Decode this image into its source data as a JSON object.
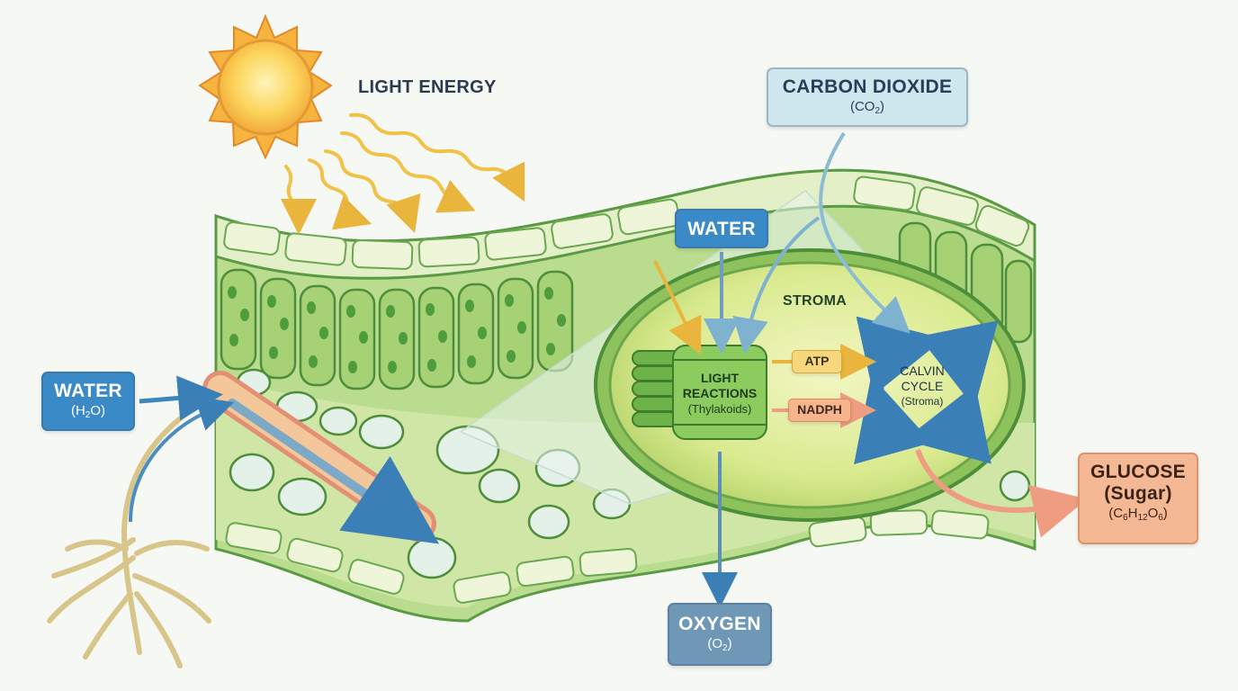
{
  "light_energy": {
    "label": "LIGHT ENERGY"
  },
  "carbon_dioxide": {
    "label": "CARBON DIOXIDE",
    "formula_prefix": "(CO",
    "formula_sub": "2",
    "formula_suffix": ")"
  },
  "water_left": {
    "label": "WATER",
    "formula_prefix": "(H",
    "formula_sub": "2",
    "formula_suffix": "O)"
  },
  "water_top": {
    "label": "WATER"
  },
  "stroma": {
    "label": "STROMA"
  },
  "light_reactions": {
    "line1": "LIGHT",
    "line2": "REACTIONS",
    "line3": "(Thylakoids)"
  },
  "atp": {
    "label": "ATP"
  },
  "nadph": {
    "label": "NADPH"
  },
  "calvin": {
    "line1": "CALVIN",
    "line2": "CYCLE",
    "line3": "(Stroma)"
  },
  "oxygen": {
    "label": "OXYGEN",
    "formula_prefix": "(O",
    "formula_sub": "2",
    "formula_suffix": ")"
  },
  "glucose": {
    "line1": "GLUCOSE",
    "line2": "(Sugar)",
    "formula_c": "(C",
    "formula_c_sub": "6",
    "formula_h": "H",
    "formula_h_sub": "12",
    "formula_o": "O",
    "formula_o_sub": "6",
    "formula_end": ")"
  },
  "colors": {
    "leaf_green": "#a8d27a",
    "leaf_dark": "#4e9a3a",
    "chloroplast": "#d9ea8e",
    "water_blue": "#3a8ac7",
    "arrow_yellow": "#f0c24a",
    "glucose_peach": "#f5b894",
    "co2_box": "#cfe8f0",
    "oxygen_box": "#6f97b6"
  }
}
